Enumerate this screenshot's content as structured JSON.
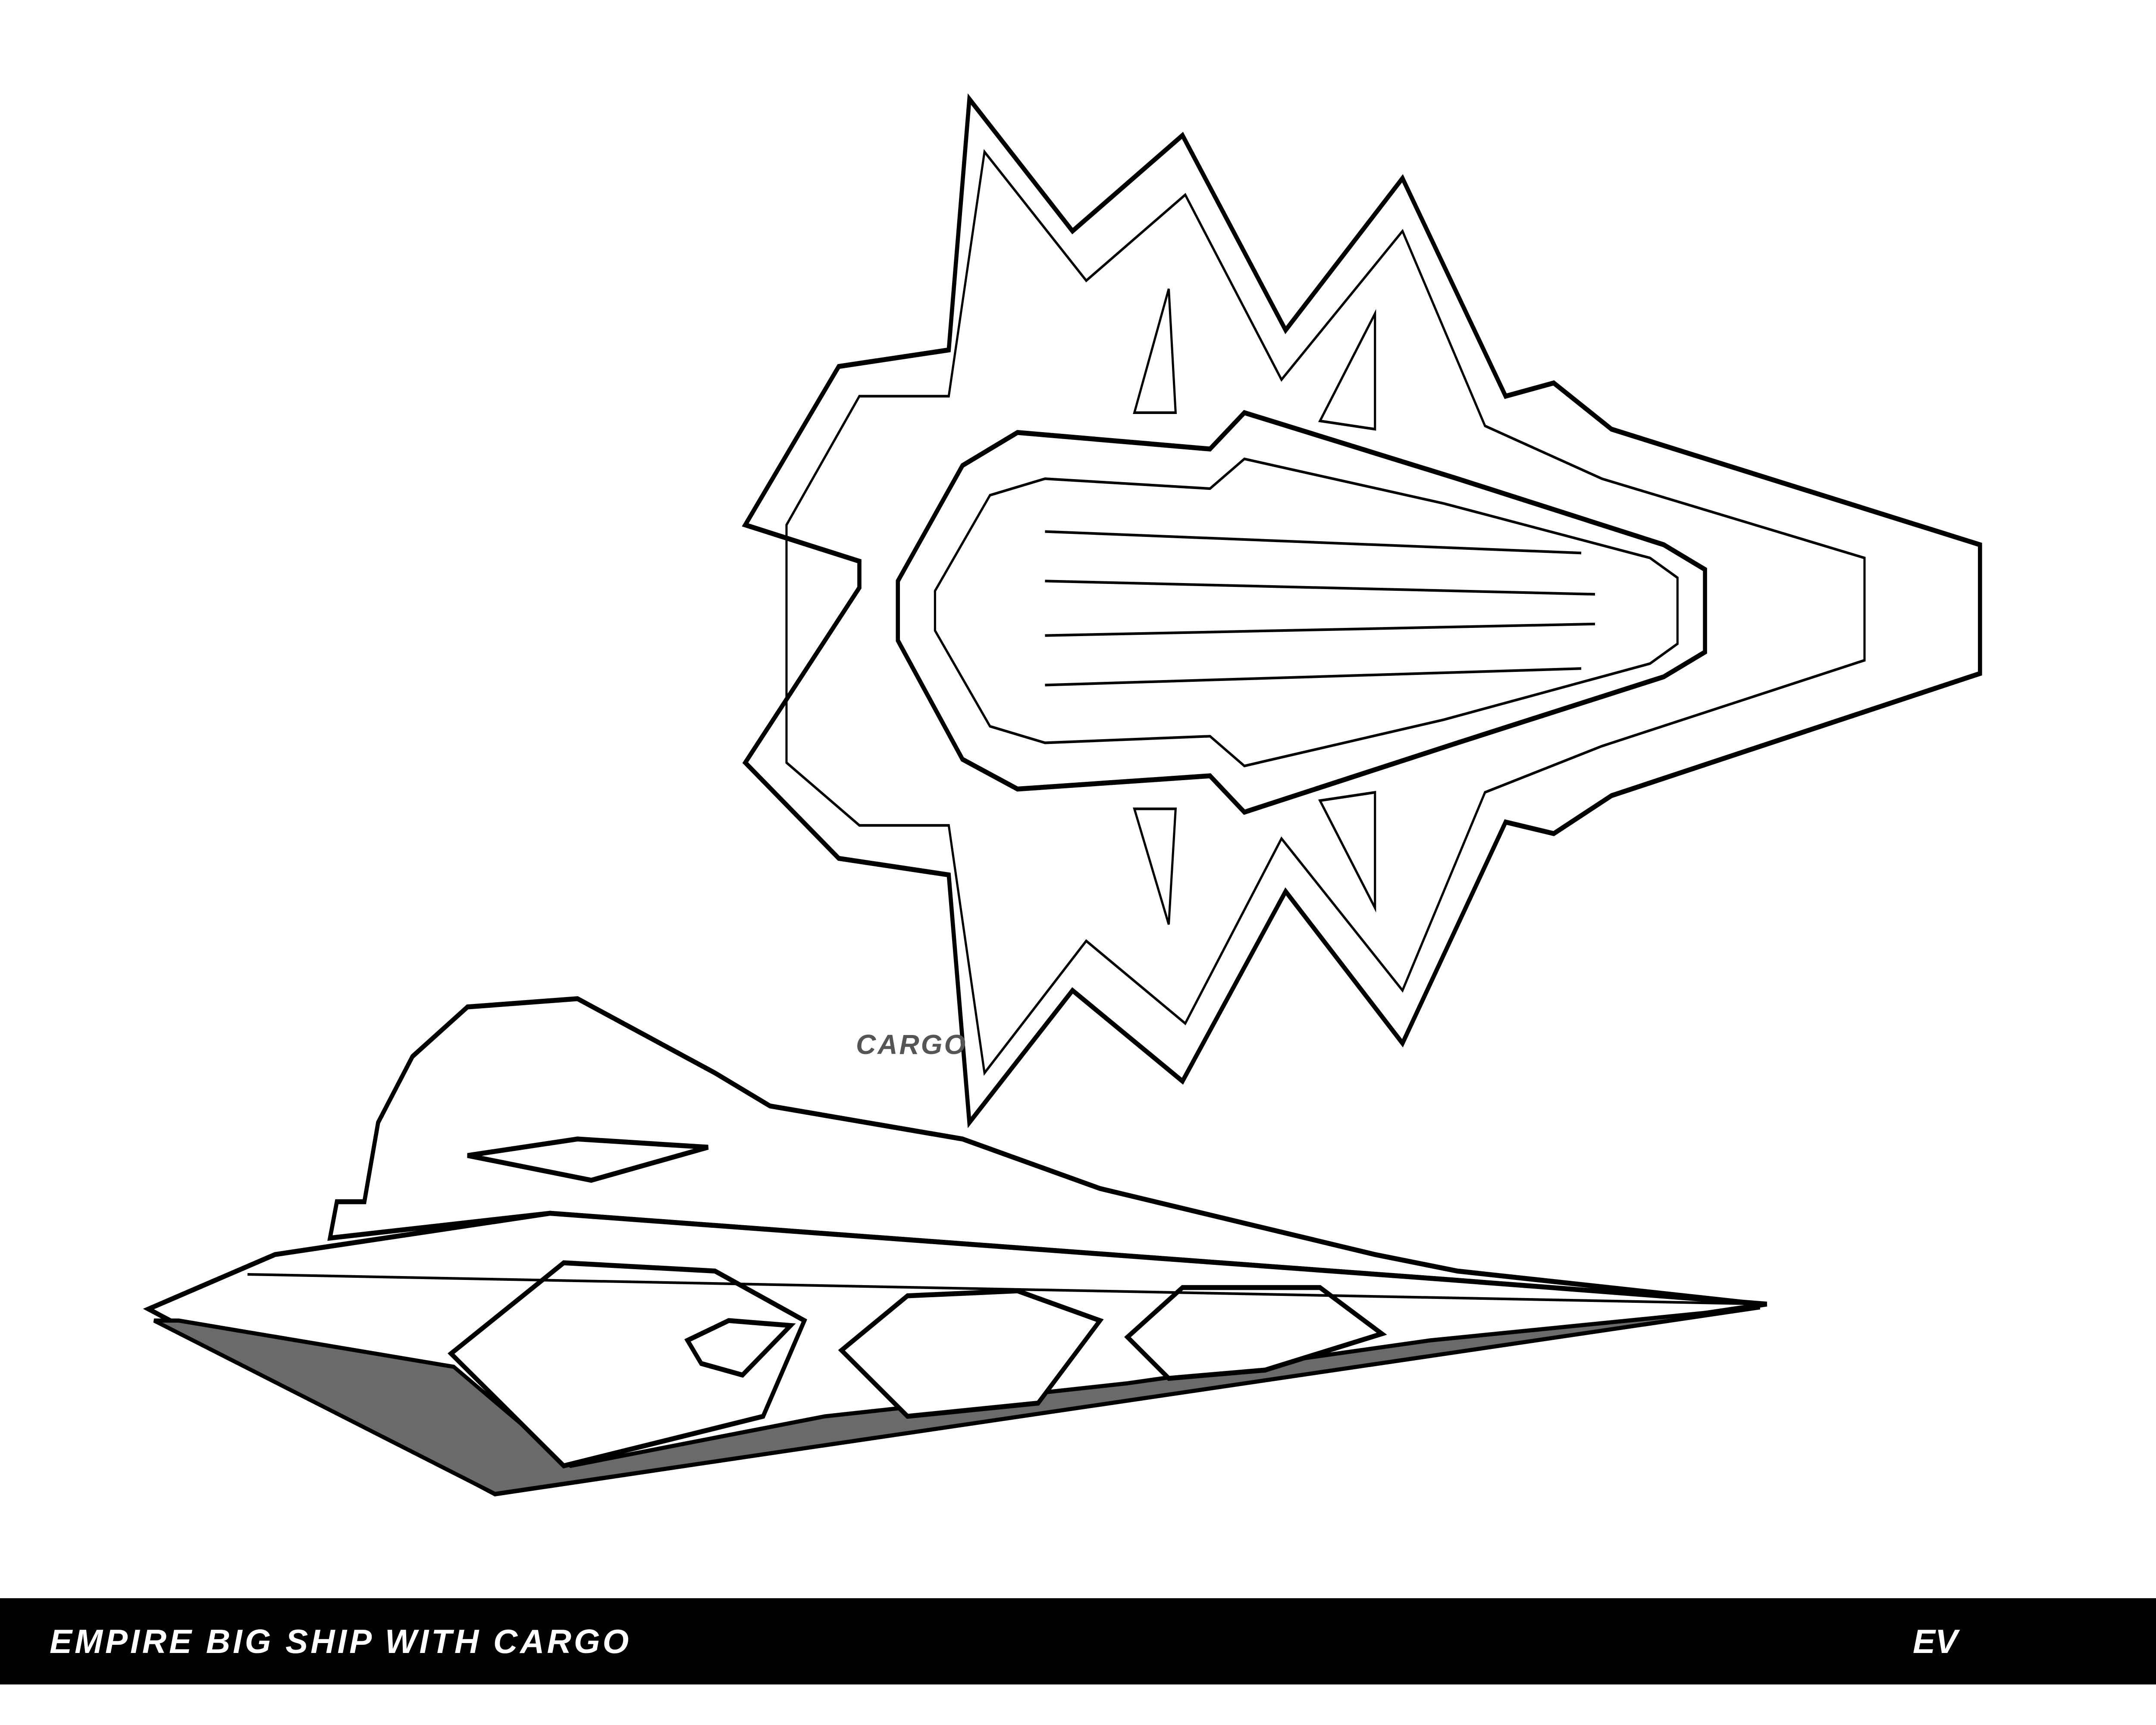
{
  "artwork": {
    "label": "CARGO",
    "caption": {
      "title": "EMPIRE BIG SHIP WITH CARGO",
      "signature": "EV"
    },
    "colors": {
      "ink": "#000000",
      "shade": "#6a6a6a",
      "label": "#555555",
      "background": "#ffffff"
    }
  }
}
